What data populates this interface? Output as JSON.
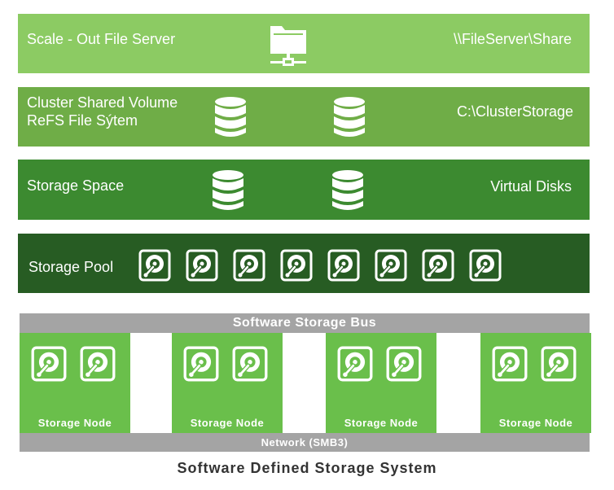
{
  "layers": {
    "file_server": {
      "label": "Scale - Out File Server",
      "path": "\\\\FileServer\\Share",
      "icon": "server-folder-icon"
    },
    "csv": {
      "label_line1": "Cluster Shared Volume",
      "label_line2": "ReFS File Sýtem",
      "path": "C:\\ClusterStorage",
      "icon": "database-icon"
    },
    "storage_space": {
      "label": "Storage Space",
      "right_label": "Virtual Disks",
      "icon": "database-icon"
    },
    "storage_pool": {
      "label": "Storage Pool",
      "icon": "hard-disk-icon",
      "disk_count": 8
    }
  },
  "bus": {
    "label": "Software Storage Bus"
  },
  "nodes": [
    {
      "label": "Storage Node"
    },
    {
      "label": "Storage Node"
    },
    {
      "label": "Storage Node"
    },
    {
      "label": "Storage Node"
    }
  ],
  "network": {
    "label": "Network (SMB3)"
  },
  "footer": {
    "title": "Software Defined Storage System"
  },
  "colors": {
    "layer1": "#8ccb63",
    "layer2": "#6fad47",
    "layer3": "#3c8a30",
    "layer4": "#275c23",
    "node": "#6abf4b",
    "bus": "#a4a4a4"
  }
}
